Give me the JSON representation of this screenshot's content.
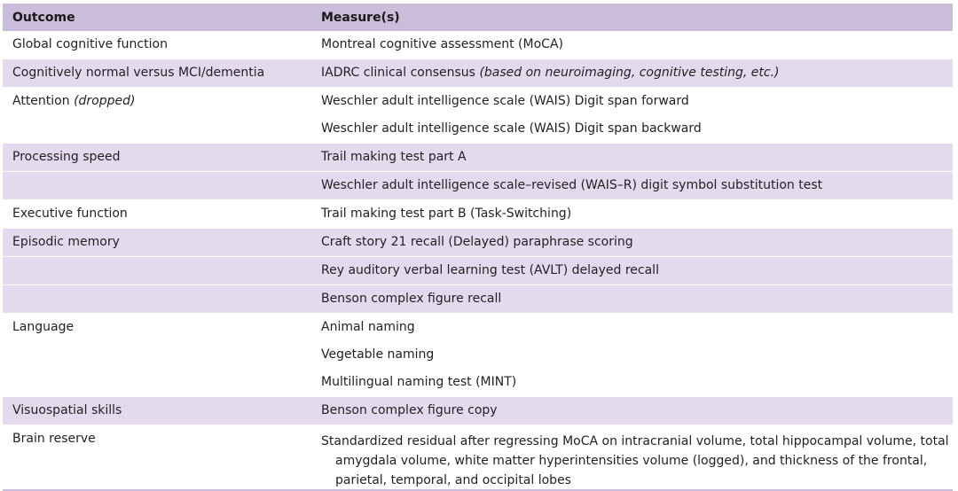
{
  "header": {
    "outcome_label": "Outcome",
    "measure_label": "Measure(s)"
  },
  "rows": [
    {
      "outcome": "Global cognitive function",
      "measures": [
        "Montreal cognitive assessment (MoCA)"
      ]
    },
    {
      "outcome": "Cognitively normal versus MCI/dementia",
      "measures": [
        "IADRC clinical consensus"
      ],
      "measure_note": "(based on neuroimaging, cognitive testing, etc.)"
    },
    {
      "outcome": "Attention",
      "outcome_note": "(dropped)",
      "measures": [
        "Weschler adult intelligence scale (WAIS) Digit span forward",
        "Weschler adult intelligence scale (WAIS) Digit span backward"
      ]
    },
    {
      "outcome": "Processing speed",
      "measures": [
        "Trail making test part A",
        "Weschler adult intelligence scale–revised (WAIS–R) digit symbol substitution test"
      ]
    },
    {
      "outcome": "Executive function",
      "measures": [
        "Trail making test part B (Task-Switching)"
      ]
    },
    {
      "outcome": "Episodic memory",
      "measures": [
        "Craft story 21 recall (Delayed) paraphrase scoring",
        "Rey auditory verbal learning test (AVLT) delayed recall",
        "Benson complex figure recall"
      ]
    },
    {
      "outcome": "Language",
      "measures": [
        "Animal naming",
        "Vegetable naming",
        "Multilingual naming test (MINT)"
      ]
    },
    {
      "outcome": "Visuospatial skills",
      "measures": [
        "Benson complex figure copy"
      ]
    },
    {
      "outcome": "Brain reserve",
      "measure_lines": [
        "Standardized residual after regressing MoCA on intracranial volume, total hippocampal volume, total",
        "amygdala volume, white matter hyperintensities volume (logged), and thickness of the frontal,",
        "parietal, temporal, and occipital lobes"
      ]
    }
  ]
}
